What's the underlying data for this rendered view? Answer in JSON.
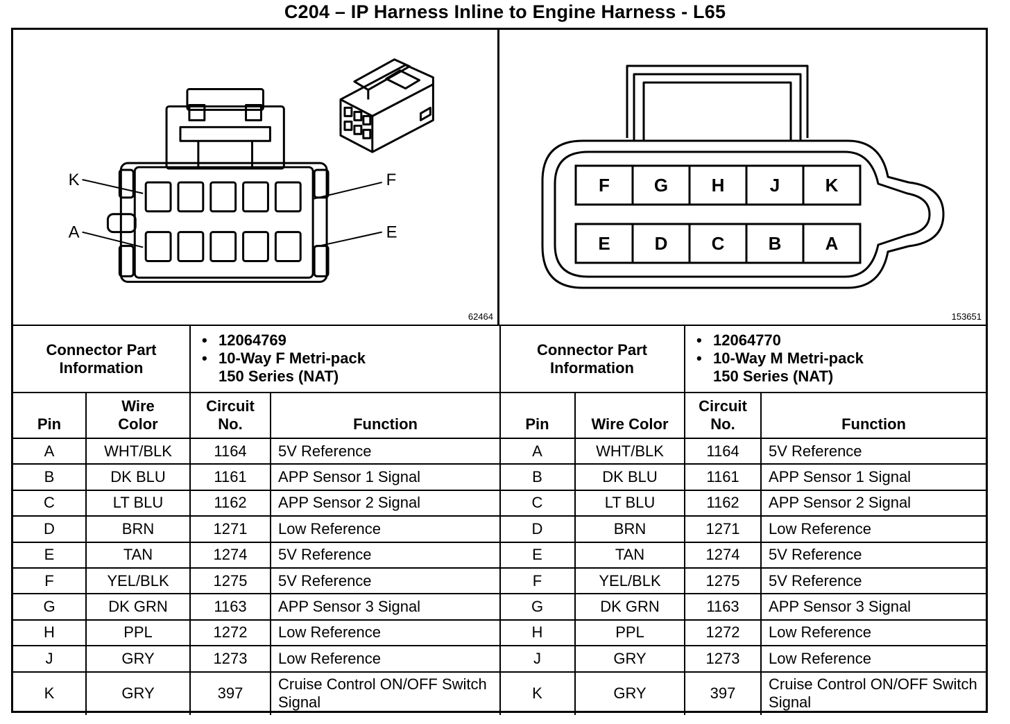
{
  "title": "C204 – IP Harness Inline to Engine Harness - L65",
  "left_panel": {
    "figure_id": "62464",
    "callouts": [
      "K",
      "F",
      "A",
      "E"
    ]
  },
  "right_panel": {
    "figure_id": "153651",
    "top_row": [
      "F",
      "G",
      "H",
      "J",
      "K"
    ],
    "bottom_row": [
      "E",
      "D",
      "C",
      "B",
      "A"
    ]
  },
  "connector_info_label": "Connector Part Information",
  "left_connector": {
    "part_number": "12064769",
    "desc_line1": "10-Way F Metri-pack",
    "desc_line2": "150 Series (NAT)"
  },
  "right_connector": {
    "part_number": "12064770",
    "desc_line1": "10-Way M Metri-pack",
    "desc_line2": "150 Series (NAT)"
  },
  "headers": {
    "pin": "Pin",
    "wire_color_l1": "Wire",
    "wire_color_l2": "Color",
    "wire_color": "Wire Color",
    "circuit_l1": "Circuit",
    "circuit_l2": "No.",
    "function": "Function"
  },
  "rows": [
    {
      "pin": "A",
      "color": "WHT/BLK",
      "circuit": "1164",
      "function": "5V Reference"
    },
    {
      "pin": "B",
      "color": "DK BLU",
      "circuit": "1161",
      "function": "APP Sensor 1 Signal"
    },
    {
      "pin": "C",
      "color": "LT BLU",
      "circuit": "1162",
      "function": "APP Sensor 2 Signal"
    },
    {
      "pin": "D",
      "color": "BRN",
      "circuit": "1271",
      "function": "Low Reference"
    },
    {
      "pin": "E",
      "color": "TAN",
      "circuit": "1274",
      "function": "5V Reference"
    },
    {
      "pin": "F",
      "color": "YEL/BLK",
      "circuit": "1275",
      "function": "5V Reference"
    },
    {
      "pin": "G",
      "color": "DK GRN",
      "circuit": "1163",
      "function": "APP Sensor 3 Signal"
    },
    {
      "pin": "H",
      "color": "PPL",
      "circuit": "1272",
      "function": "Low Reference"
    },
    {
      "pin": "J",
      "color": "GRY",
      "circuit": "1273",
      "function": "Low Reference"
    },
    {
      "pin": "K",
      "color": "GRY",
      "circuit": "397",
      "function": "Cruise Control ON/OFF Switch Signal"
    }
  ]
}
